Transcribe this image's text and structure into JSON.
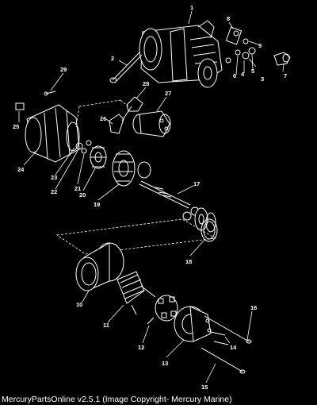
{
  "diagram": {
    "callouts": [
      "1",
      "2",
      "3",
      "4",
      "5",
      "6",
      "7",
      "8",
      "9",
      "10",
      "11",
      "12",
      "13",
      "14",
      "15",
      "16",
      "17",
      "18",
      "19",
      "20",
      "21",
      "22",
      "23",
      "24",
      "25",
      "26",
      "27",
      "28",
      "29"
    ]
  },
  "footer": {
    "text": "MercuryPartsOnline v2.5.1 (Image Copyright- Mercury Marine)"
  }
}
